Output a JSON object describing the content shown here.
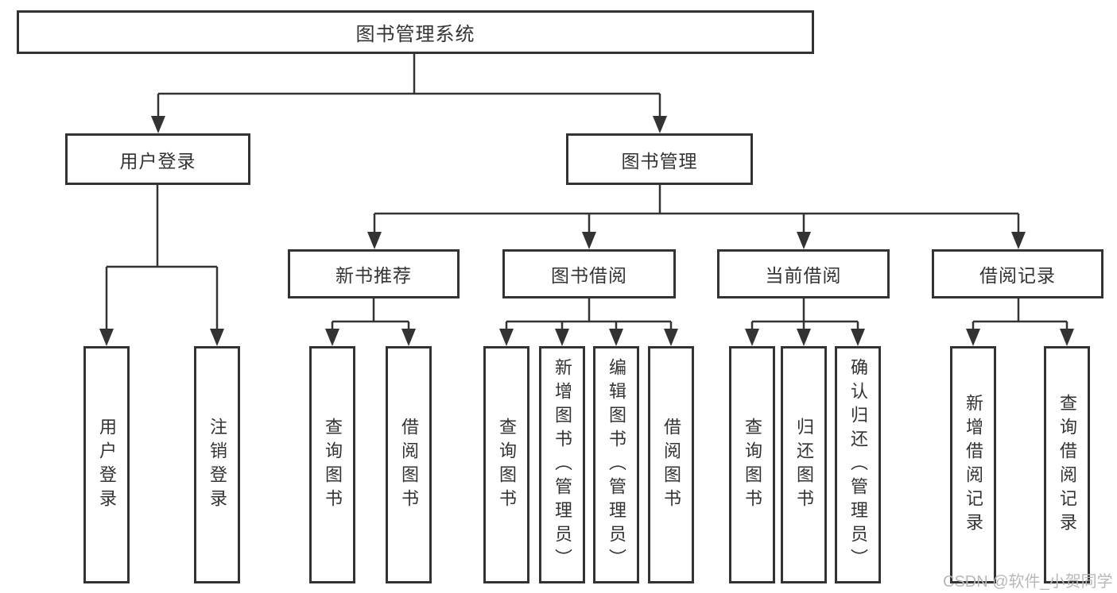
{
  "diagram_title": "图书管理系统",
  "tree": {
    "label": "图书管理系统",
    "children": [
      {
        "label": "用户登录",
        "children": [
          {
            "label": "用户登录"
          },
          {
            "label": "注销登录"
          }
        ]
      },
      {
        "label": "图书管理",
        "children": [
          {
            "label": "新书推荐",
            "children": [
              {
                "label": "查询图书"
              },
              {
                "label": "借阅图书"
              }
            ]
          },
          {
            "label": "图书借阅",
            "children": [
              {
                "label": "查询图书"
              },
              {
                "label": "新增图书（管理员）"
              },
              {
                "label": "编辑图书（管理员）"
              },
              {
                "label": "借阅图书"
              }
            ]
          },
          {
            "label": "当前借阅",
            "children": [
              {
                "label": "查询图书"
              },
              {
                "label": "归还图书"
              },
              {
                "label": "确认归还（管理员）"
              }
            ]
          },
          {
            "label": "借阅记录",
            "children": [
              {
                "label": "新增借阅记录"
              },
              {
                "label": "查询借阅记录"
              }
            ]
          }
        ]
      }
    ]
  },
  "watermark": {
    "text": "CSDN @软件_小贺同学"
  },
  "colors": {
    "line": "#333333",
    "box_border": "#333333",
    "box_background": "#ffffff",
    "label_text": "#333333",
    "page_background": "#ffffff",
    "watermark_text": "#b8b8b8"
  }
}
